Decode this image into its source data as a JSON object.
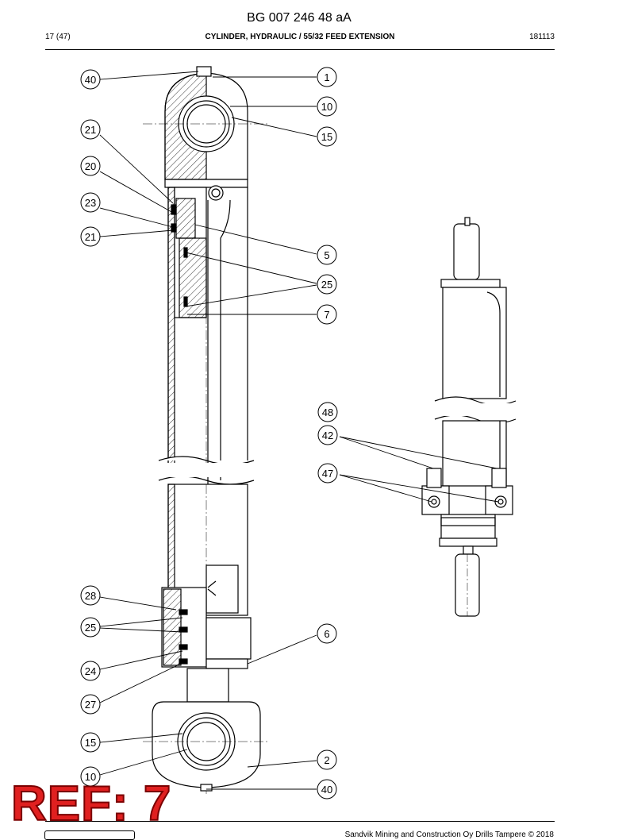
{
  "document": {
    "number": "BG 007 246 48 aA",
    "page": "17 (47)",
    "title": "CYLINDER, HYDRAULIC / 55/32 FEED EXTENSION",
    "date_code": "181113",
    "footer_text": "Sandvik Mining and Construction Oy Drills Tampere © 2018"
  },
  "stamp": {
    "text": "REF: 7",
    "color": "#e02020"
  },
  "callouts": {
    "c40_top": "40",
    "c1": "1",
    "c10_top": "10",
    "c15_top": "15",
    "c21_top": "21",
    "c20": "20",
    "c23": "23",
    "c21_mid": "21",
    "c5": "5",
    "c25_top": "25",
    "c7": "7",
    "c48": "48",
    "c42": "42",
    "c47": "47",
    "c28": "28",
    "c25_bot": "25",
    "c6": "6",
    "c24": "24",
    "c27": "27",
    "c15_bot": "15",
    "c2": "2",
    "c10_bot": "10",
    "c40_bot": "40"
  }
}
